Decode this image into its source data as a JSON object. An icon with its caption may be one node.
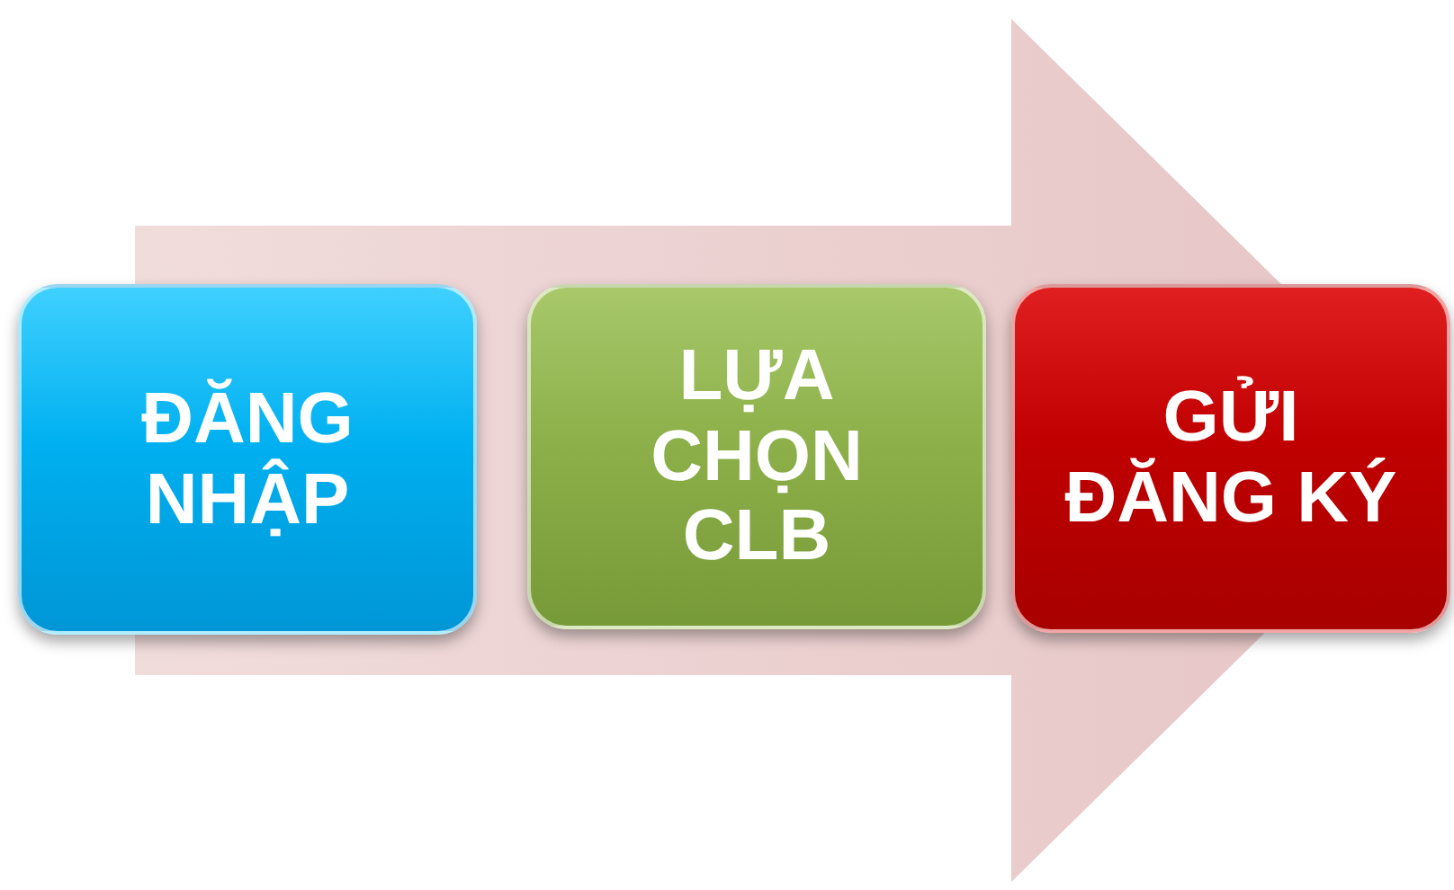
{
  "diagram": {
    "nodes": [
      {
        "text": [
          "ĐĂNG NHẬP"
        ]
      },
      {
        "text": [
          "LỰA CHỌN CLB"
        ]
      },
      {
        "text": [
          "GỬI ĐĂNG KÝ"
        ]
      }
    ],
    "edges": [
      {
        "from": 0,
        "to": 2,
        "arrow": "to"
      }
    ]
  }
}
